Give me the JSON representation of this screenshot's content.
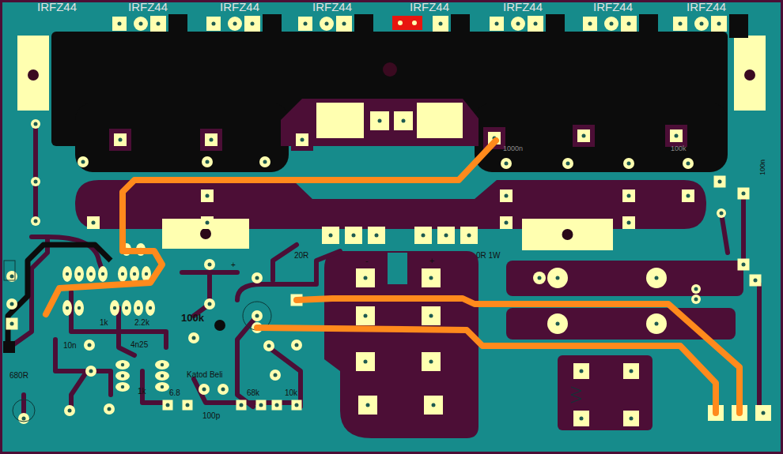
{
  "diagram": {
    "labels": [
      "IRFZ44",
      "IRFZ44",
      "IRFZ44",
      "IRFZ44",
      "IRFZ44",
      "IRFZ44",
      "IRFZ44",
      "IRFZ44",
      "1000n",
      "100k",
      "100n",
      "20R",
      "-",
      "+",
      "0R 1W",
      "+",
      "100k",
      "1k",
      "2.2k",
      "10n",
      "4n25",
      "Katod Beli",
      "1k",
      "6.8",
      "68k",
      "10k",
      "100p",
      "680R"
    ]
  }
}
